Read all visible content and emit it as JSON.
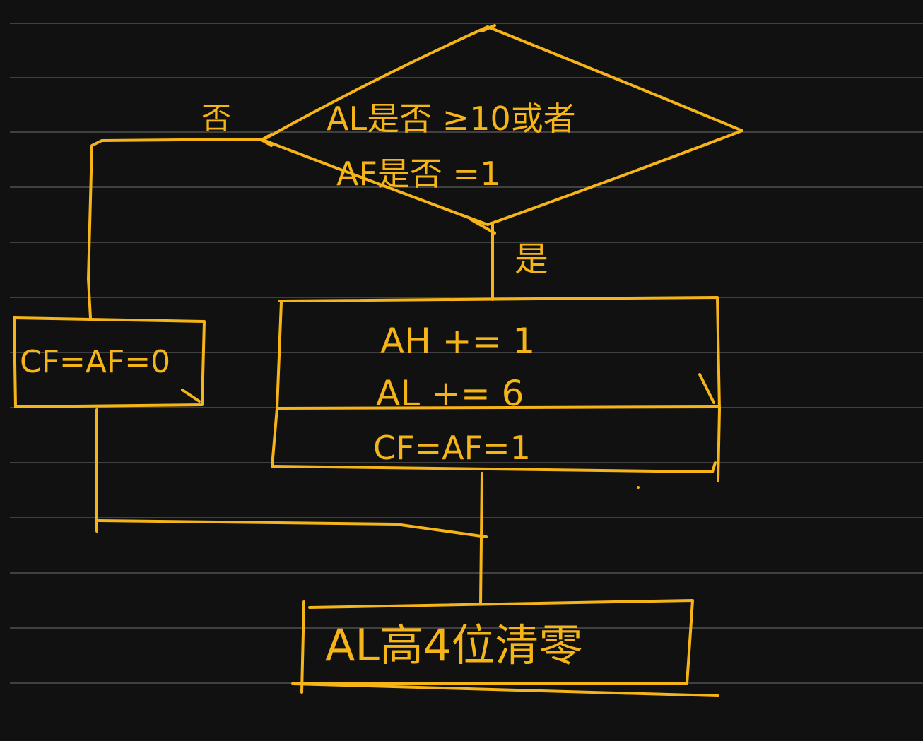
{
  "colors": {
    "background": "#111111",
    "rule_lines": "#5e5e5e",
    "ink": "#f5b418"
  },
  "diagram": {
    "condition": {
      "line1": "AL是否 ≥10或者",
      "line2": "AF是否 =1"
    },
    "branch_no_label": "否",
    "branch_yes_label": "是",
    "no_box": {
      "text": "CF=AF=0"
    },
    "yes_box": {
      "line1": "AH += 1",
      "line2": "AL += 6",
      "line3": "CF=AF=1"
    },
    "end_box": {
      "text": "AL高4位清零"
    }
  }
}
